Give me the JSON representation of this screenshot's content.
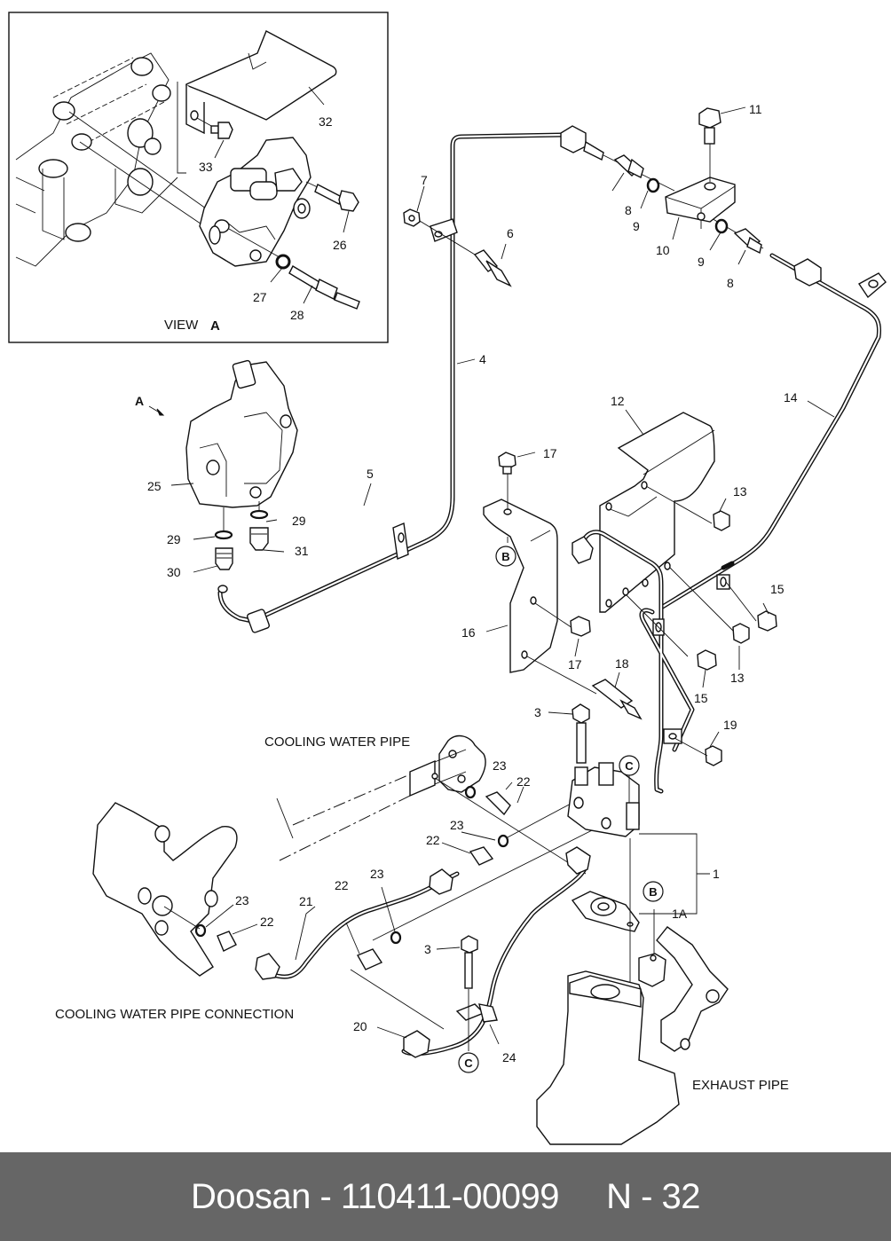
{
  "footer": {
    "brand": "Doosan",
    "separator": " - ",
    "part_number": "110411-00099",
    "page_code": "N - 32"
  },
  "inset": {
    "caption_view": "VIEW",
    "caption_letter": "A",
    "callouts": [
      "32",
      "33",
      "26",
      "27",
      "28"
    ]
  },
  "view_pointer": {
    "letter": "A"
  },
  "reference_markers": {
    "b1": "B",
    "b2": "B",
    "c1": "C",
    "c2": "C"
  },
  "captions": {
    "cooling_water_pipe": "COOLING WATER PIPE",
    "cooling_water_pipe_connection": "COOLING WATER PIPE CONNECTION",
    "exhaust_pipe": "EXHAUST PIPE"
  },
  "callouts": {
    "c1": "1",
    "c1a": "1A",
    "c3a": "3",
    "c3b": "3",
    "c4": "4",
    "c5": "5",
    "c6": "6",
    "c7": "7",
    "c8a": "8",
    "c8b": "8",
    "c9a": "9",
    "c9b": "9",
    "c10": "10",
    "c11": "11",
    "c12": "12",
    "c13a": "13",
    "c13b": "13",
    "c14": "14",
    "c15a": "15",
    "c15b": "15",
    "c16": "16",
    "c17a": "17",
    "c17b": "17",
    "c18": "18",
    "c19": "19",
    "c20": "20",
    "c21": "21",
    "c22a": "22",
    "c22b": "22",
    "c22c": "22",
    "c22d": "22",
    "c23a": "23",
    "c23b": "23",
    "c23c": "23",
    "c23d": "23",
    "c24": "24",
    "c25": "25",
    "c29a": "29",
    "c29b": "29",
    "c30": "30",
    "c31": "31"
  }
}
